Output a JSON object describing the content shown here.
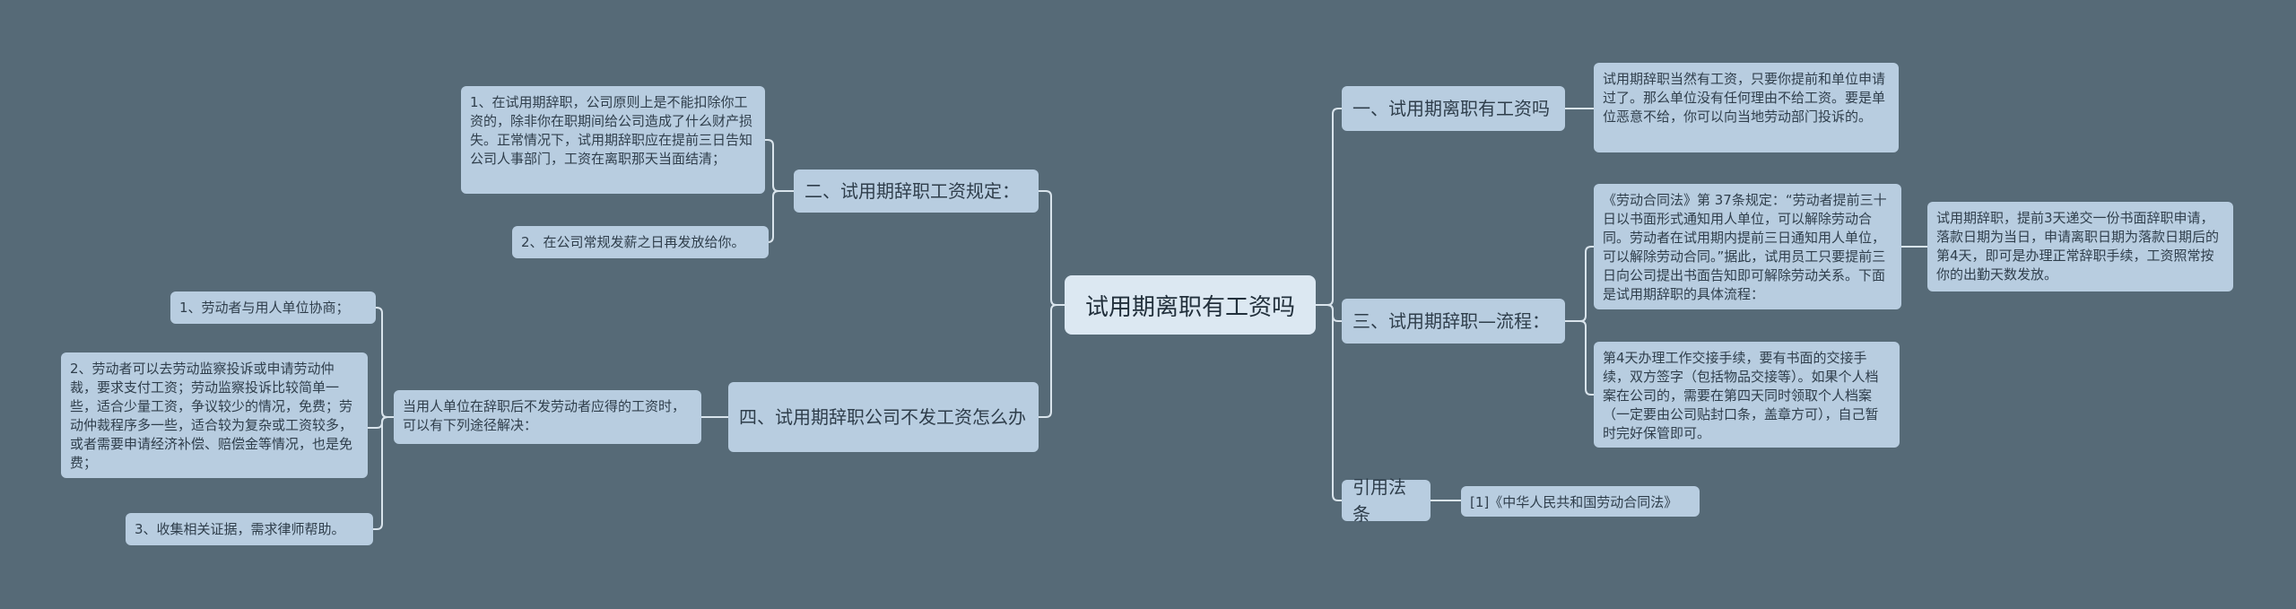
{
  "root": {
    "label": "试用期离职有工资吗"
  },
  "branches": {
    "b1": {
      "label": "一、试用期离职有工资吗"
    },
    "b2": {
      "label": "二、试用期辞职工资规定："
    },
    "b3": {
      "label": "三、试用期辞职—流程："
    },
    "b4": {
      "label": "四、试用期辞职公司不发工资怎么办"
    },
    "b5": {
      "label": "引用法条"
    }
  },
  "leaves": {
    "b1_1": "试用期辞职当然有工资，只要你提前和单位申请过了。那么单位没有任何理由不给工资。要是单位恶意不给，你可以向当地劳动部门投诉的。",
    "b2_1": "1、在试用期辞职，公司原则上是不能扣除你工资的，除非你在职期间给公司造成了什么财产损失。正常情况下，试用期辞职应在提前三日告知公司人事部门，工资在离职那天当面结清；",
    "b2_2": "2、在公司常规发薪之日再发放给你。",
    "b3_1": "《劳动合同法》第 37条规定：“劳动者提前三十日以书面形式通知用人单位，可以解除劳动合同。劳动者在试用期内提前三日通知用人单位，可以解除劳动合同。”据此，试用员工只要提前三日向公司提出书面告知即可解除劳动关系。下面是试用期辞职的具体流程：",
    "b3_1_1": "试用期辞职，提前3天递交一份书面辞职申请，落款日期为当日，申请离职日期为落款日期后的第4天，即可是办理正常辞职手续，工资照常按你的出勤天数发放。",
    "b3_2": "第4天办理工作交接手续，要有书面的交接手续，双方签字（包括物品交接等）。如果个人档案在公司的，需要在第四天同时领取个人档案（一定要由公司贴封口条，盖章方可），自己暂时完好保管即可。",
    "b4_1": "当用人单位在辞职后不发劳动者应得的工资时，可以有下列途径解决：",
    "b4_1_1": "1、劳动者与用人单位协商；",
    "b4_1_2": "2、劳动者可以去劳动监察投诉或申请劳动仲裁，要求支付工资；劳动监察投诉比较简单一些，适合少量工资，争议较少的情况，免费；劳动仲裁程序多一些，适合较为复杂或工资较多，或者需要申请经济补偿、赔偿金等情况，也是免费；",
    "b4_1_3": "3、收集相关证据，需求律师帮助。",
    "b5_1": "[1]《中华人民共和国劳动合同法》"
  },
  "colors": {
    "background": "#566a77",
    "root_fill": "#dce8f2",
    "node_fill": "#b8cde0",
    "line": "#d9e4ec"
  }
}
